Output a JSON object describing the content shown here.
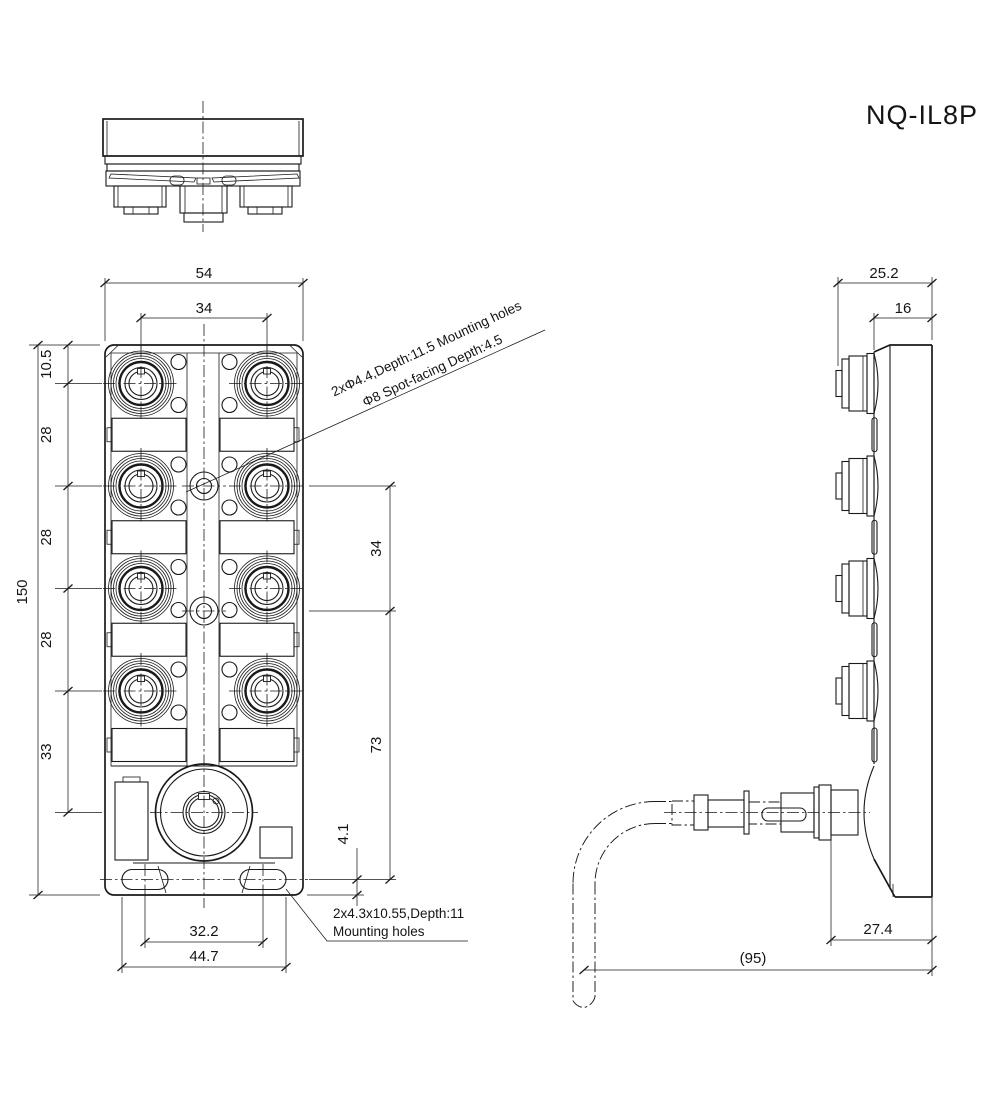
{
  "title": "NQ-IL8P",
  "front_view": {
    "dims": {
      "overall_width": "54",
      "connector_spacing": "34",
      "overall_height": "150",
      "top_to_row1": "10.5",
      "row1_to_row2": "28",
      "row2_to_row3": "28",
      "row3_to_row4": "28",
      "row4_to_gland": "33",
      "hole_spacing": "34",
      "hole_to_slot": "73",
      "slot_to_bottom": "4.1",
      "slot_spacing": "32.2",
      "slot_outer_width": "44.7"
    },
    "notes": {
      "center_holes_1": "2xΦ4.4,Depth:11.5 Mounting holes",
      "center_holes_2": "Φ8 Spot-facing Depth:4.5",
      "bottom_holes_1": "2x4.3x10.55,Depth:11",
      "bottom_holes_2": "Mounting holes"
    }
  },
  "side_view": {
    "dims": {
      "overall_depth": "25.2",
      "body_depth": "16",
      "connector_to_back": "27.4",
      "cable_bend": "(95)"
    }
  }
}
